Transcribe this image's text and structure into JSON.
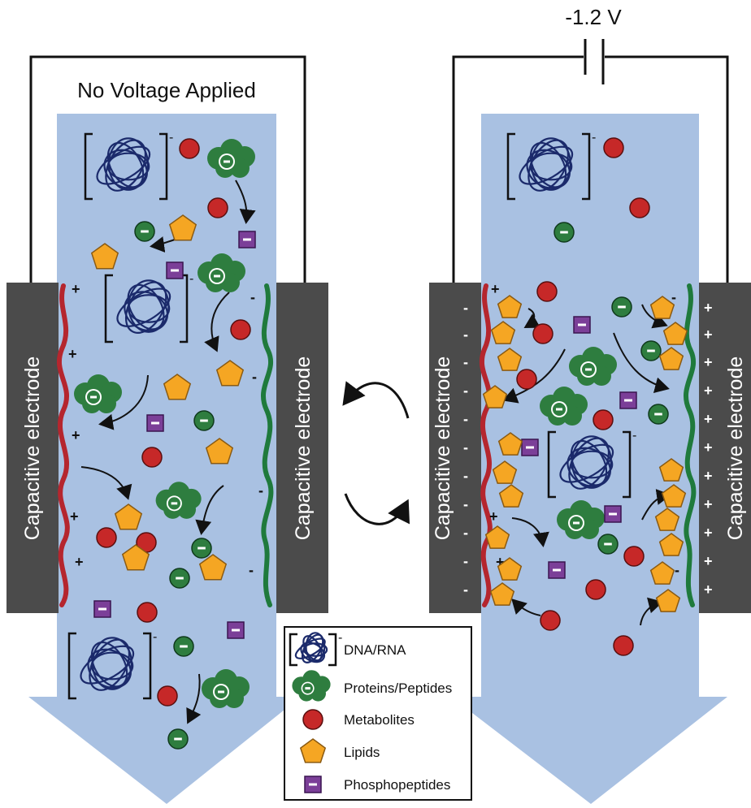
{
  "left_panel": {
    "title": "No Voltage Applied",
    "electrode_label_left": "Capacitive electrode",
    "electrode_label_right": "Capacitive electrode"
  },
  "right_panel": {
    "voltage": "-1.2 V",
    "electrode_label_left": "Capacitive electrode",
    "electrode_label_right": "Capacitive electrode"
  },
  "legend": {
    "items": [
      {
        "label": "DNA/RNA",
        "icon": "dna-rna-icon"
      },
      {
        "label": "Proteins/Peptides",
        "icon": "protein-icon"
      },
      {
        "label": "Metabolites",
        "icon": "metabolite-icon"
      },
      {
        "label": "Lipids",
        "icon": "lipid-icon"
      },
      {
        "label": "Phosphopeptides",
        "icon": "phosphopeptide-icon"
      }
    ]
  },
  "colors": {
    "flow": "#a9c1e2",
    "electrode": "#4b4b4b",
    "positive_layer": "#b5262e",
    "negative_layer": "#1f7a3c",
    "dna": "#1b2a6b",
    "protein": "#2e7d3f",
    "metabolite": "#c62828",
    "lipid": "#f5a623",
    "phosphopeptide": "#7b3f98"
  }
}
